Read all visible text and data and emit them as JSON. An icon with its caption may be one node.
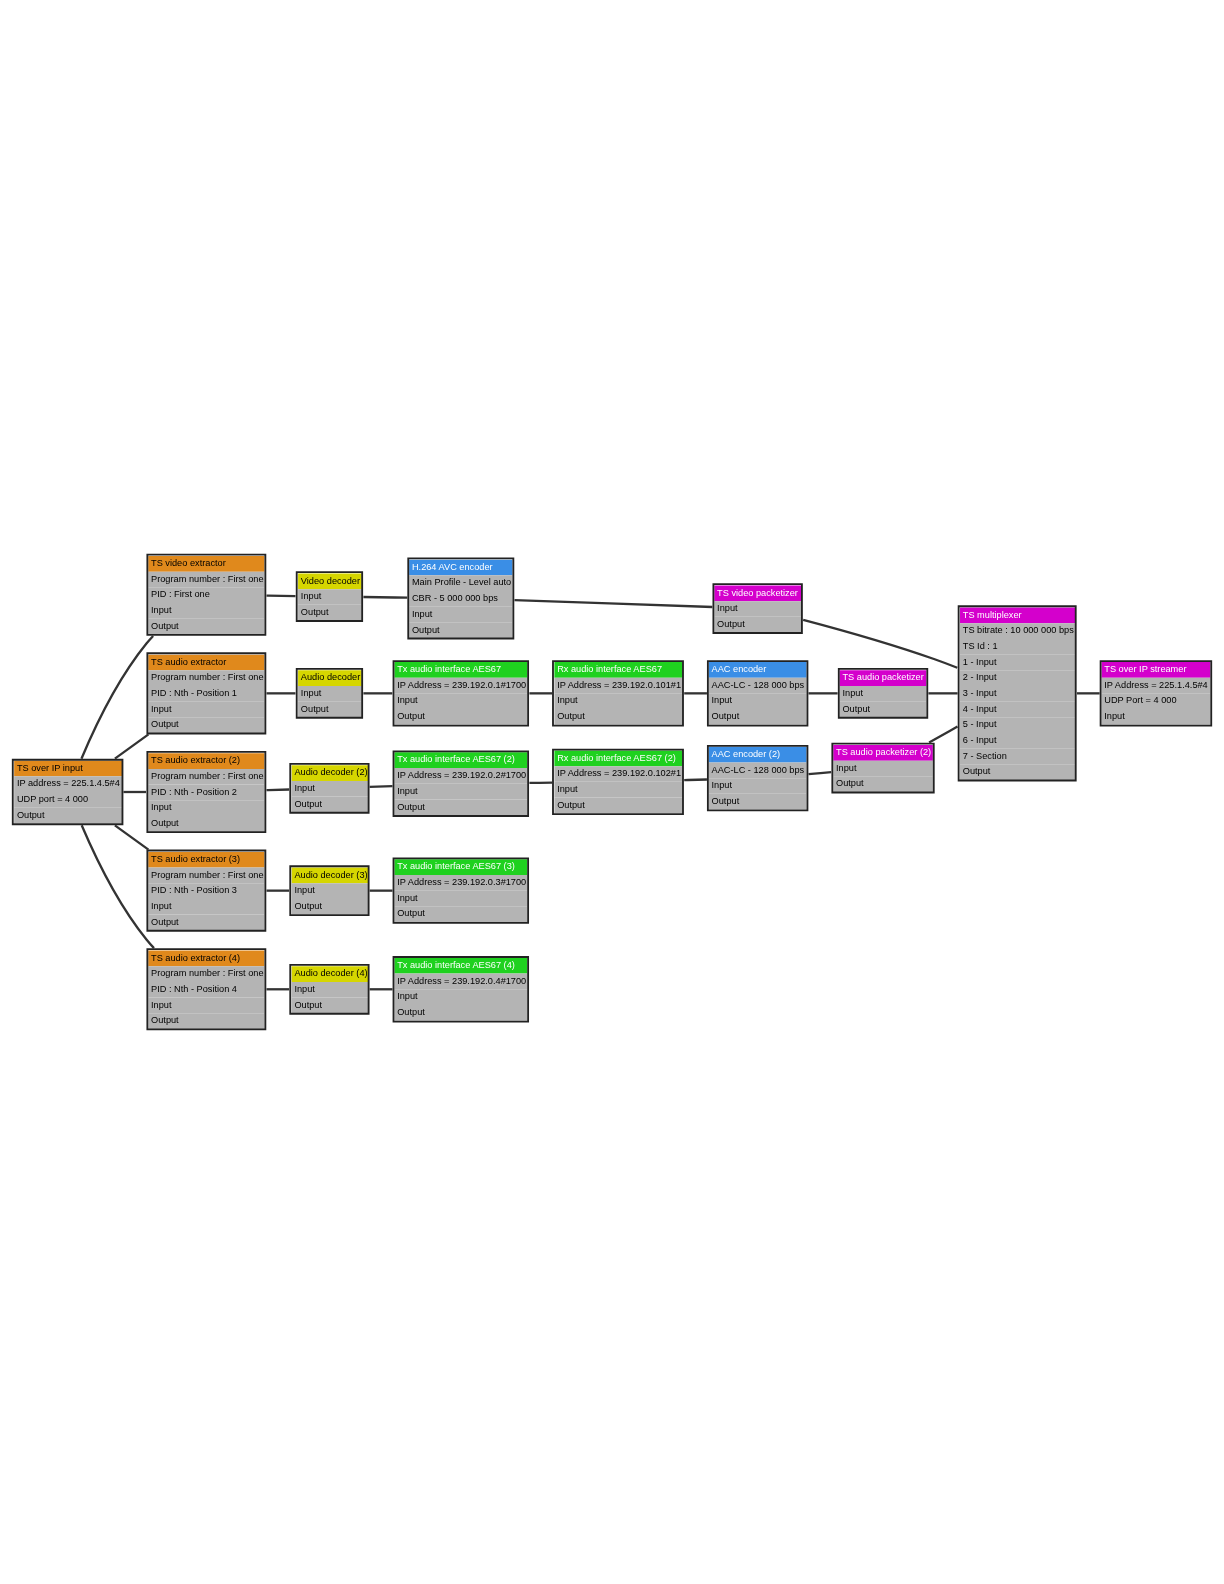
{
  "diagram": {
    "nodes": [
      {
        "text": [
          "TS over IP input",
          "IP address = 225.1.4.5#4",
          "UDP port = 4 000",
          "Output"
        ]
      },
      {
        "text": [
          "TS video extractor",
          "Program number : First one",
          "PID : First one",
          "Input",
          "Output"
        ]
      },
      {
        "text": [
          "Video decoder",
          "Input",
          "Output"
        ]
      },
      {
        "text": [
          "H.264 AVC encoder",
          "Main Profile - Level auto",
          "CBR - 5 000 000 bps",
          "Input",
          "Output"
        ]
      },
      {
        "text": [
          "TS video packetizer",
          "Input",
          "Output"
        ]
      },
      {
        "text": [
          "TS audio extractor",
          "Program number : First one",
          "PID : Nth - Position 1",
          "Input",
          "Output"
        ]
      },
      {
        "text": [
          "Audio decoder",
          "Input",
          "Output"
        ]
      },
      {
        "text": [
          "Tx audio interface AES67",
          "IP Address = 239.192.0.1#1700",
          "Input",
          "Output"
        ]
      },
      {
        "text": [
          "Rx audio interface AES67",
          "IP Address = 239.192.0.101#1",
          "Input",
          "Output"
        ]
      },
      {
        "text": [
          "AAC encoder",
          "AAC-LC - 128 000 bps",
          "Input",
          "Output"
        ]
      },
      {
        "text": [
          "TS audio packetizer",
          "Input",
          "Output"
        ]
      },
      {
        "text": [
          "TS audio extractor (2)",
          "Program number : First one",
          "PID : Nth - Position 2",
          "Input",
          "Output"
        ]
      },
      {
        "text": [
          "Audio decoder (2)",
          "Input",
          "Output"
        ]
      },
      {
        "text": [
          "Tx audio interface AES67 (2)",
          "IP Address = 239.192.0.2#1700",
          "Input",
          "Output"
        ]
      },
      {
        "text": [
          "Rx audio interface AES67 (2)",
          "IP Address = 239.192.0.102#1",
          "Input",
          "Output"
        ]
      },
      {
        "text": [
          "AAC encoder (2)",
          "AAC-LC - 128 000 bps",
          "Input",
          "Output"
        ]
      },
      {
        "text": [
          "TS audio packetizer (2)",
          "Input",
          "Output"
        ]
      },
      {
        "text": [
          "TS audio extractor (3)",
          "Program number : First one",
          "PID : Nth - Position 3",
          "Input",
          "Output"
        ]
      },
      {
        "text": [
          "Audio decoder (3)",
          "Input",
          "Output"
        ]
      },
      {
        "text": [
          "Tx audio interface AES67 (3)",
          "IP Address = 239.192.0.3#1700",
          "Input",
          "Output"
        ]
      },
      {
        "text": [
          "TS audio extractor (4)",
          "Program number : First one",
          "PID : Nth - Position 4",
          "Input",
          "Output"
        ]
      },
      {
        "text": [
          "Audio decoder (4)",
          "Input",
          "Output"
        ]
      },
      {
        "text": [
          "Tx audio interface AES67 (4)",
          "IP Address = 239.192.0.4#1700",
          "Input",
          "Output"
        ]
      },
      {
        "text": [
          "TS multiplexer",
          "TS bitrate : 10 000 000 bps",
          "TS Id : 1",
          "1 - Input",
          "2 - Input",
          "3 - Input",
          "4 - Input",
          "5 - Input",
          "6 - Input",
          "7 - Section",
          "Output"
        ]
      },
      {
        "text": [
          "TS over IP streamer",
          "IP Address = 225.1.4.5#4",
          "UDP Port = 4 000",
          "Input"
        ]
      }
    ],
    "edges": [
      {
        "from": 0,
        "to": 1,
        "arrow": "none"
      },
      {
        "from": 1,
        "to": 2,
        "arrow": "none"
      },
      {
        "from": 2,
        "to": 3,
        "arrow": "none"
      },
      {
        "from": 3,
        "to": 4,
        "arrow": "none"
      },
      {
        "from": 0,
        "to": 5,
        "arrow": "none"
      },
      {
        "from": 0,
        "to": 11,
        "arrow": "none"
      },
      {
        "from": 0,
        "to": 17,
        "arrow": "none"
      },
      {
        "from": 0,
        "to": 20,
        "arrow": "none"
      },
      {
        "from": 5,
        "to": 6,
        "arrow": "none"
      },
      {
        "from": 6,
        "to": 7,
        "arrow": "none"
      },
      {
        "from": 7,
        "to": 8,
        "arrow": "none"
      },
      {
        "from": 8,
        "to": 9,
        "arrow": "none"
      },
      {
        "from": 9,
        "to": 10,
        "arrow": "none"
      },
      {
        "from": 11,
        "to": 12,
        "arrow": "none"
      },
      {
        "from": 12,
        "to": 13,
        "arrow": "none"
      },
      {
        "from": 13,
        "to": 14,
        "arrow": "none"
      },
      {
        "from": 14,
        "to": 15,
        "arrow": "none"
      },
      {
        "from": 15,
        "to": 16,
        "arrow": "none"
      },
      {
        "from": 17,
        "to": 18,
        "arrow": "none"
      },
      {
        "from": 18,
        "to": 19,
        "arrow": "none"
      },
      {
        "from": 20,
        "to": 21,
        "arrow": "none"
      },
      {
        "from": 21,
        "to": 22,
        "arrow": "none"
      },
      {
        "from": 4,
        "to": 23,
        "arrow": "none"
      },
      {
        "from": 10,
        "to": 23,
        "arrow": "none"
      },
      {
        "from": 16,
        "to": 23,
        "arrow": "none"
      },
      {
        "from": 23,
        "to": 24,
        "arrow": "none"
      }
    ]
  }
}
